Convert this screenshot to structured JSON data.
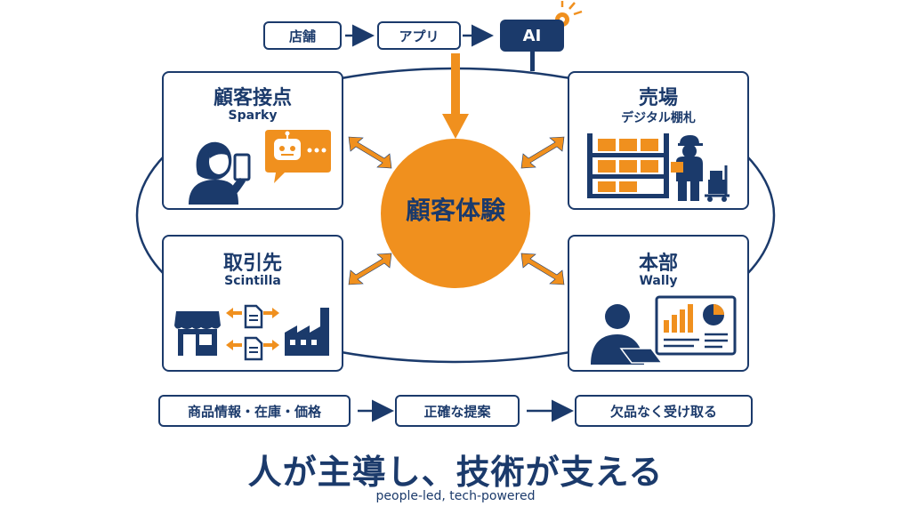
{
  "top_flow": {
    "store": "店舗",
    "app": "アプリ",
    "ai": "AI"
  },
  "center": {
    "label": "顧客体験"
  },
  "boxes": {
    "customer": {
      "title": "顧客接点",
      "subtitle": "Sparky"
    },
    "floor": {
      "title": "売場",
      "subtitle": "デジタル棚札"
    },
    "partner": {
      "title": "取引先",
      "subtitle": "Scintilla"
    },
    "hq": {
      "title": "本部",
      "subtitle": "Wally"
    }
  },
  "bottom_flow": {
    "info": "商品情報・在庫・価格",
    "proposal": "正確な提案",
    "receive": "欠品なく受け取る"
  },
  "tagline": {
    "main": "人が主導し、技術が支える",
    "sub": "people-led, tech-powered"
  },
  "colors": {
    "navy": "#1b3a6b",
    "orange": "#f0901e"
  }
}
